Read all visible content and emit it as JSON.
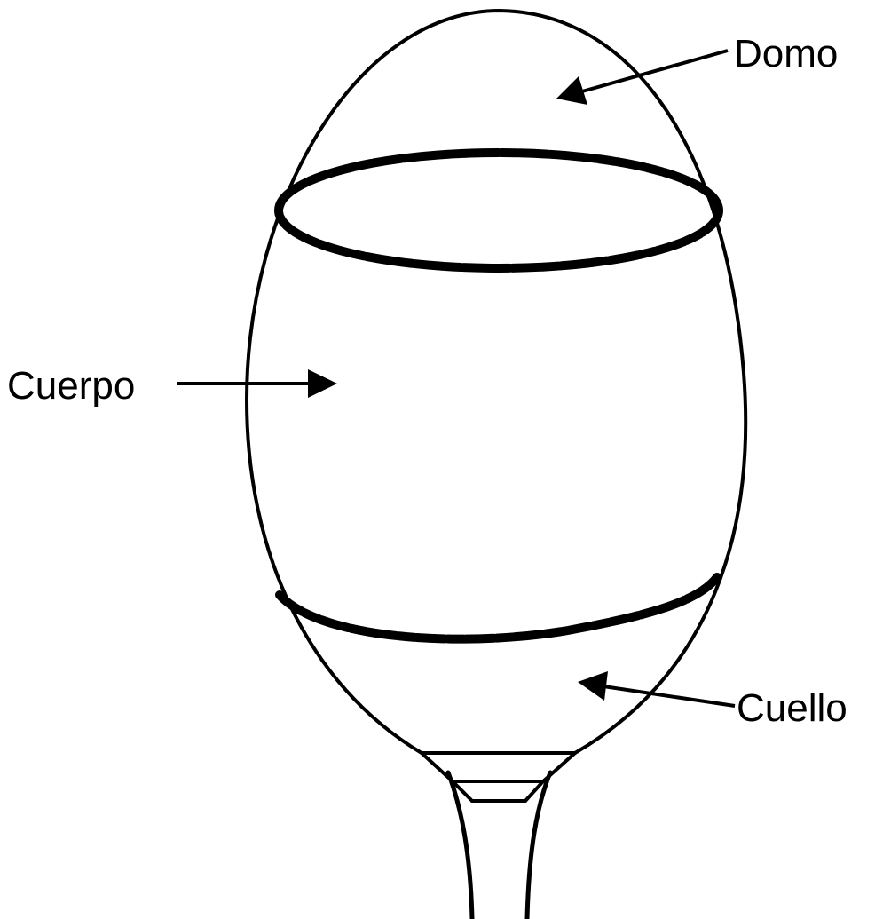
{
  "labels": {
    "dome": "Domo",
    "body": "Cuerpo",
    "neck": "Cuello"
  },
  "colors": {
    "stroke": "#000000",
    "background": "#ffffff"
  }
}
